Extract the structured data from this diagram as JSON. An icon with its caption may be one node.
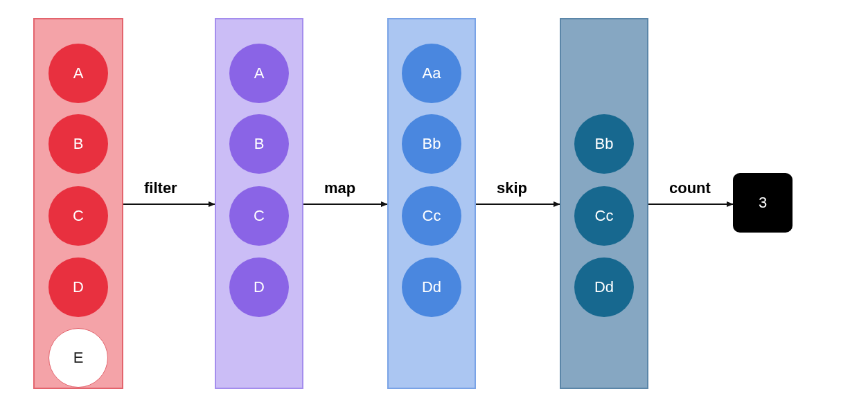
{
  "diagram": {
    "nodes": [
      {
        "text": [],
        "shape": "box"
      },
      {
        "text": [
          "A"
        ],
        "in": 0
      },
      {
        "text": [
          "B"
        ],
        "in": 0
      },
      {
        "text": [
          "C"
        ],
        "in": 0
      },
      {
        "text": [
          "D"
        ],
        "in": 0
      },
      {
        "text": [
          "E"
        ],
        "in": 0
      },
      {
        "text": [],
        "shape": "box"
      },
      {
        "text": [
          "A"
        ],
        "in": 6
      },
      {
        "text": [
          "B"
        ],
        "in": 6
      },
      {
        "text": [
          "C"
        ],
        "in": 6
      },
      {
        "text": [
          "D"
        ],
        "in": 6
      },
      {
        "text": [],
        "shape": "box"
      },
      {
        "text": [
          "Aa"
        ],
        "in": 11
      },
      {
        "text": [
          "Bb"
        ],
        "in": 11
      },
      {
        "text": [
          "Cc"
        ],
        "in": 11
      },
      {
        "text": [
          "Dd"
        ],
        "in": 11
      },
      {
        "text": [],
        "shape": "box"
      },
      {
        "text": [
          "Bb"
        ],
        "in": 16
      },
      {
        "text": [
          "Cc"
        ],
        "in": 16
      },
      {
        "text": [
          "Dd"
        ],
        "in": 16
      },
      {
        "text": [
          "3"
        ]
      }
    ],
    "edges": [
      {
        "from": 0,
        "to": 6,
        "arrow": "to",
        "label": "filter"
      },
      {
        "from": 6,
        "to": 11,
        "arrow": "to",
        "label": "map"
      },
      {
        "from": 11,
        "to": 16,
        "arrow": "to",
        "label": "skip"
      },
      {
        "from": 16,
        "to": 20,
        "arrow": "to",
        "label": "count"
      }
    ]
  }
}
